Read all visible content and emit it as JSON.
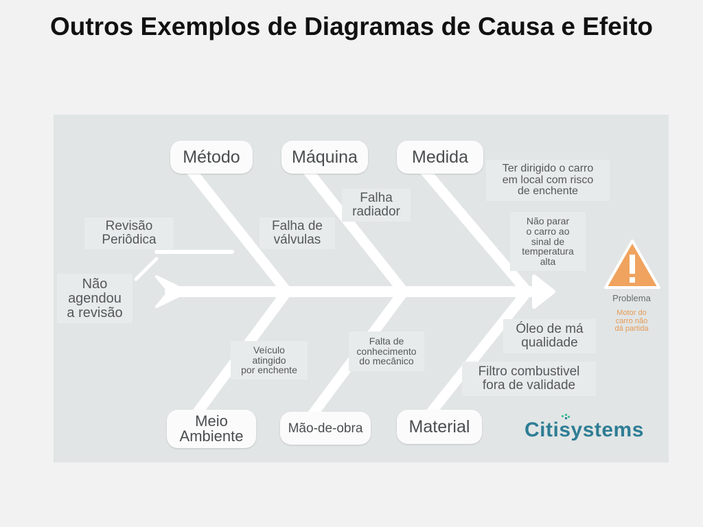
{
  "title": "Outros Exemplos de Diagramas de Causa e Efeito",
  "categories": {
    "metodo": "Método",
    "maquina": "Máquina",
    "medida": "Medida",
    "meio_ambiente": "Meio\nAmbiente",
    "mao_de_obra": "Mão-de-obra",
    "material": "Material"
  },
  "causes": {
    "revisao": "Revisão\nPeriôdica",
    "nao_agendou": "Não\nagendou\na revisão",
    "falha_valvulas": "Falha de\nválvulas",
    "falha_radiador": "Falha\nradiador",
    "ter_dirigido": "Ter dirigido o carro\nem local com risco\nde enchente",
    "nao_parar": "Não parar\no carro ao\nsinal de\ntemperatura\nalta",
    "veiculo": "Veículo\natingido\npor enchente",
    "falta_conhecimento": "Falta de\nconhecimento\ndo mecânico",
    "oleo": "Óleo de má\nqualidade",
    "filtro": "Filtro combustivel\nfora de validade"
  },
  "problem": {
    "label": "Problema",
    "description": "Motor do\ncarro não\ndá partida"
  },
  "logo": "Citisystems",
  "colors": {
    "bones": "#ffffff",
    "warning": "#f0a35e",
    "logo": "#2e7d95"
  }
}
